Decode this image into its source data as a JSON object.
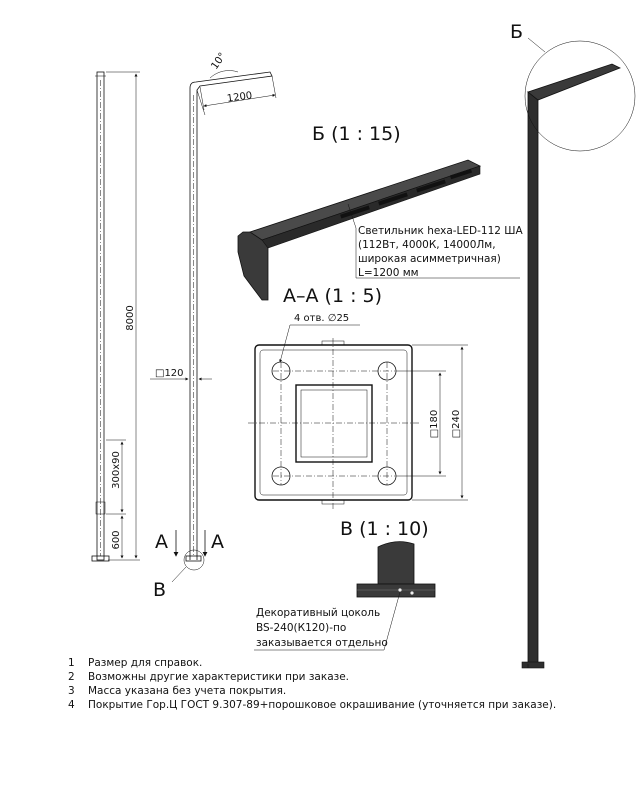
{
  "views": {
    "section_b_marker": "Б",
    "view_b_title": "Б (1 : 15)",
    "section_aa_title": "А–А (1 : 5)",
    "view_v_title": "В (1 : 10)",
    "cut_a_left": "А",
    "cut_a_right": "А",
    "callout_v": "В"
  },
  "dimensions": {
    "total_height": "8000",
    "arm_angle": "10°",
    "arm_length": "1200",
    "pole_section": "□120",
    "door_size": "300x90",
    "door_height": "600",
    "holes": "4 отв. ∅25",
    "inner_square": "□180",
    "outer_square": "□240"
  },
  "luminaire": {
    "lines": [
      "Светильник hexa-LED-112 ША",
      "(112Вт, 4000К, 14000Лм,",
      "широкая асимметричная)",
      "L=1200 мм"
    ]
  },
  "base": {
    "lines": [
      "Декоративный цоколь",
      "BS-240(К120)-по",
      "заказывается отдельно"
    ]
  },
  "notes": [
    {
      "num": "1",
      "text": "Размер для справок."
    },
    {
      "num": "2",
      "text": "Возможны другие характеристики при заказе."
    },
    {
      "num": "3",
      "text": "Масса указана без учета покрытия."
    },
    {
      "num": "4",
      "text": "Покрытие Гор.Ц ГОСТ 9.307-89+порошковое окрашивание (уточняется при заказе)."
    }
  ]
}
